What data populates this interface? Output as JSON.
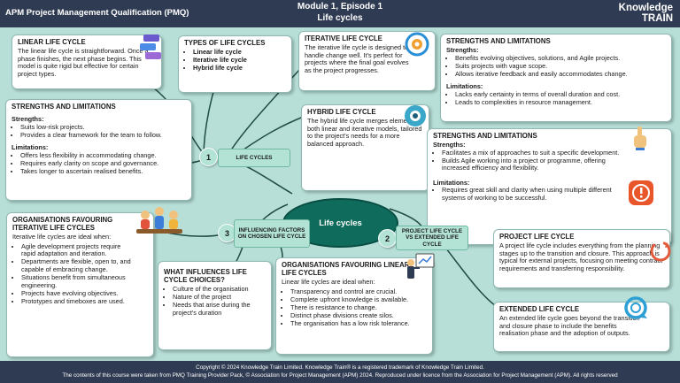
{
  "header": {
    "qualification": "APM Project Management Qualification (PMQ)",
    "module": "Module 1, Episode 1",
    "episode": "Life cycles",
    "logo_line1": "Knowledge",
    "logo_line2": "TRAIN"
  },
  "center": "Life cycles",
  "branches": {
    "b1": {
      "num": "1",
      "label": "LIFE CYCLES"
    },
    "b2": {
      "num": "2",
      "label": "PROJECT LIFE CYCLE VS EXTENDED LIFE CYCLE"
    },
    "b3": {
      "num": "3",
      "label": "INFLUENCING FACTORS ON CHOSEN LIFE CYCLE"
    }
  },
  "linear": {
    "title": "LINEAR LIFE CYCLE",
    "text": "The linear life cycle is straightforward. Once a phase finishes, the next phase begins. This model is quite rigid but effective for certain project types."
  },
  "types": {
    "title": "TYPES OF LIFE CYCLES",
    "items": [
      "Linear life cycle",
      "Iterative life cycle",
      "Hybrid life cycle"
    ]
  },
  "iterative": {
    "title": "ITERATIVE LIFE CYCLE",
    "text": "The iterative life cycle is designed to handle change well. It's perfect for projects where the final goal evolves as the project progresses."
  },
  "strengths_iterative": {
    "title": "STRENGTHS AND LIMITATIONS",
    "strengths_label": "Strengths",
    "strengths": [
      "Benefits evolving objectives, solutions, and Agile projects.",
      "Suits projects with vague scope.",
      "Allows iterative feedback and easily accommodates change."
    ],
    "limitations_label": "Limitations",
    "limitations": [
      "Lacks early certainty in terms of overall duration and cost.",
      "Leads to complexities in resource management."
    ]
  },
  "strengths_linear": {
    "title": "STRENGTHS AND LIMITATIONS",
    "strengths_label": "Strengths",
    "strengths": [
      "Suits low-risk projects.",
      "Provides a clear framework for the team to follow."
    ],
    "limitations_label": "Limitations",
    "limitations": [
      "Offers less flexibility in accommodating change.",
      "Requires early clarity on scope and governance.",
      "Takes longer to ascertain realised benefits."
    ]
  },
  "hybrid": {
    "title": "HYBRID LIFE CYCLE",
    "text": "The hybrid life cycle merges elements of both linear and iterative models, tailored to the project's needs for a more balanced approach."
  },
  "strengths_hybrid": {
    "title": "STRENGTHS AND LIMITATIONS",
    "strengths_label": "Strengths",
    "strengths": [
      "Facilitates a mix of approaches to suit a specific development.",
      "Builds Agile working into a project or programme, offering increased efficiency and flexibility."
    ],
    "limitations_label": "Limitations",
    "limitations": [
      "Requires great skill and clarity when using multiple different systems of working to be successful."
    ]
  },
  "org_iterative": {
    "title": "ORGANISATIONS FAVOURING ITERATIVE LIFE CYCLES",
    "intro": "Iterative life cycles are ideal when:",
    "items": [
      "Agile development projects require rapid adaptation and iteration.",
      "Departments are flexible, open to, and capable of embracing change.",
      "Situations benefit from simultaneous engineering.",
      "Projects have evolving objectives.",
      "Prototypes and timeboxes are used."
    ]
  },
  "influences": {
    "title": "WHAT INFLUENCES LIFE CYCLE CHOICES?",
    "items": [
      "Culture of the organisation",
      "Nature of the project",
      "Needs that arise during the project's duration"
    ]
  },
  "org_linear": {
    "title": "ORGANISATIONS FAVOURING LINEAR LIFE CYCLES",
    "intro": "Linear life cycles are ideal when:",
    "items": [
      "Transparency and control are crucial.",
      "Complete upfront knowledge is available.",
      "There is resistance to change.",
      "Distinct phase divisions create silos.",
      "The organisation has a low risk tolerance."
    ]
  },
  "project": {
    "title": "PROJECT LIFE CYCLE",
    "text": "A project life cycle includes everything from the planning stages up to the transition and closure. This approach is typical for external projects, focusing on meeting contract requirements and transferring responsibility."
  },
  "extended": {
    "title": "EXTENDED LIFE CYCLE",
    "text": "An extended life cycle goes beyond the transition and closure phase to include the benefits realisation phase and the adoption of outputs."
  },
  "footer": {
    "line1": "Copyright © 2024 Knowledge Train Limited. Knowledge Train® is a registered trademark of Knowledge Train Limited.",
    "line2": "The contents of this course were taken from PMQ Training Provider Pack, © Association for Project Management (APM) 2024. Reproduced under licence from the Association for Project Management (APM). All rights reserved"
  },
  "colors": {
    "header_bg": "#2f3b52",
    "canvas_bg": "#b7dfd8",
    "center_fill": "#0f6b5c",
    "branch_fill": "#b2e3d4"
  },
  "icons": [
    "stacked-blocks-icon",
    "gear-cycle-icon",
    "hybrid-gear-icon",
    "hand-pointer-icon",
    "alert-icon",
    "team-icon",
    "person-at-board-icon",
    "cycle-arrow-icon",
    "extended-cycle-icon"
  ]
}
